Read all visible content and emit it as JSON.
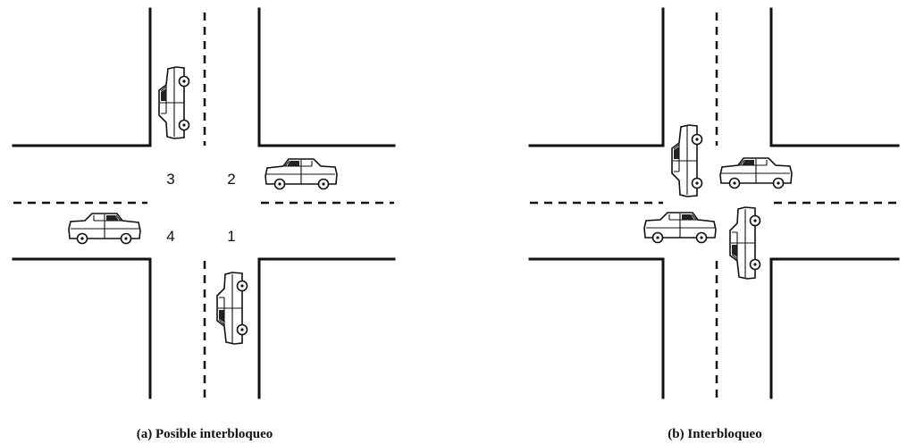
{
  "panel_a": {
    "caption": "(a) Posible interbloqueo",
    "quadrants": {
      "q1": "1",
      "q2": "2",
      "q3": "3",
      "q4": "4"
    }
  },
  "panel_b": {
    "caption": "(b) Interbloqueo"
  }
}
